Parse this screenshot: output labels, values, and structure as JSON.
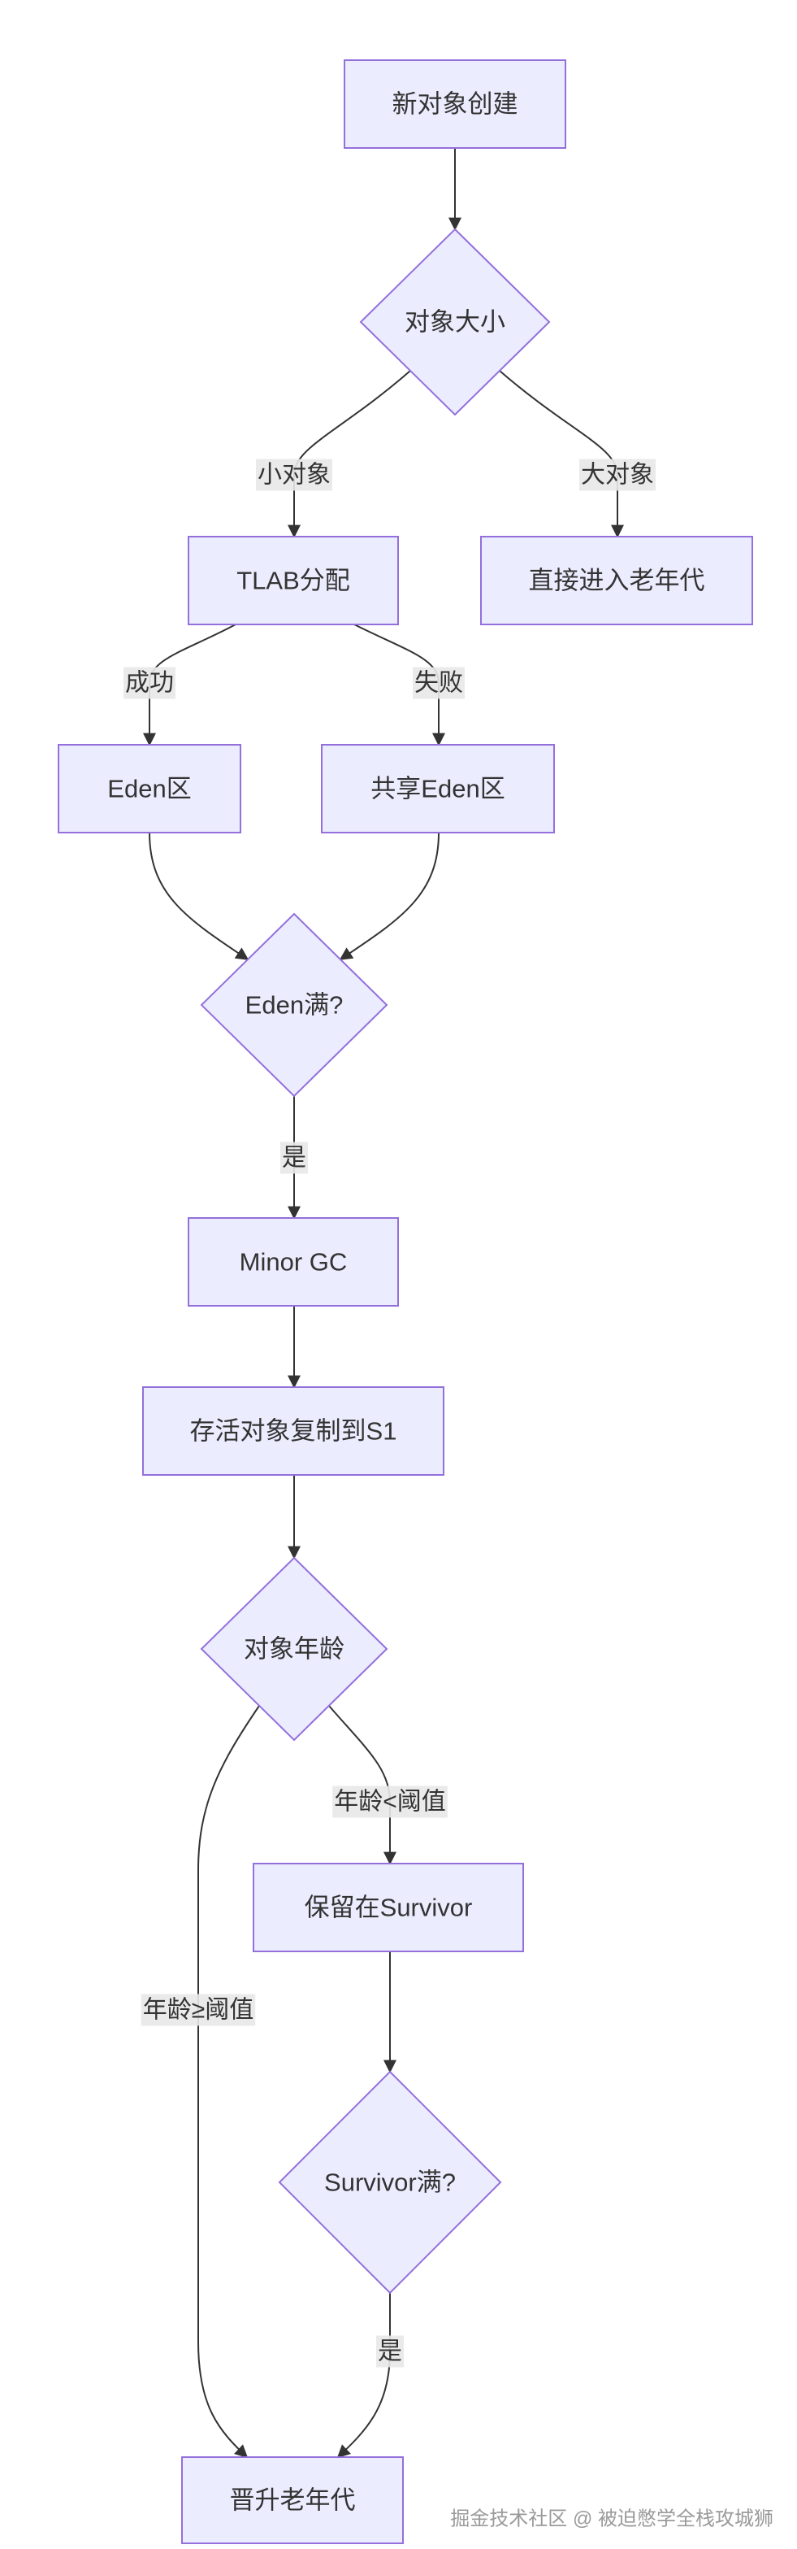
{
  "nodes": {
    "new_object": "新对象创建",
    "object_size": "对象大小",
    "tlab_alloc": "TLAB分配",
    "direct_old": "直接进入老年代",
    "eden": "Eden区",
    "shared_eden": "共享Eden区",
    "eden_full": "Eden满?",
    "minor_gc": "Minor GC",
    "copy_s1": "存活对象复制到S1",
    "object_age": "对象年龄",
    "keep_survivor": "保留在Survivor",
    "survivor_full": "Survivor满?",
    "promote_old": "晋升老年代"
  },
  "edges": {
    "small_object": "小对象",
    "large_object": "大对象",
    "success": "成功",
    "fail": "失败",
    "yes_eden_full": "是",
    "age_below": "年龄<阈值",
    "age_at_least": "年龄≥阈值",
    "yes_survivor_full": "是"
  },
  "watermark": "掘金技术社区 @ 被迫憋学全栈攻城狮",
  "colors": {
    "node_fill": "#ECECFF",
    "node_stroke": "#9370DB",
    "edge": "#333333",
    "label_bg": "#E8E8E8",
    "text": "#333333",
    "watermark": "#9A9A9A"
  }
}
